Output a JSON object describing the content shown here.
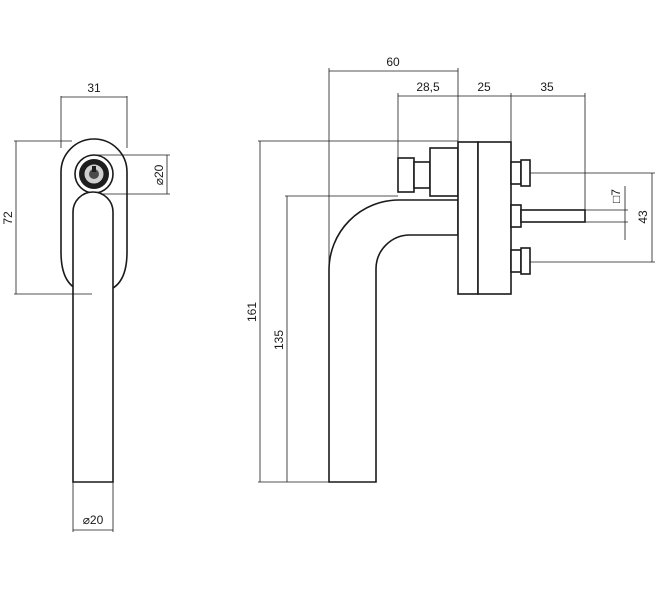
{
  "front_view": {
    "width_label": "31",
    "height_label": "72",
    "rosette_diameter_label": "⌀20",
    "grip_diameter_label": "⌀20"
  },
  "side_view": {
    "projection_label": "60",
    "spindle_offset_label": "28,5",
    "base_thickness_label": "25",
    "spindle_length_label": "35",
    "spindle_square_label": "□7",
    "screw_spacing_label": "43",
    "total_height_label": "161",
    "grip_length_label": "135"
  }
}
